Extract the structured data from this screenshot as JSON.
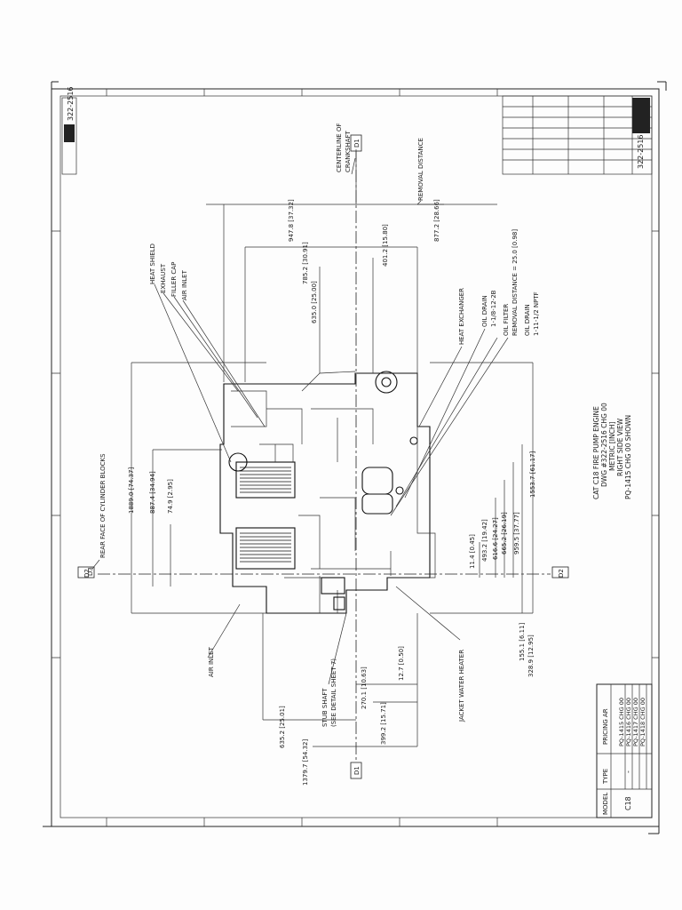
{
  "title_block": {
    "drawing_number": "322-2516",
    "title_lines": [
      "CAT C18 FIRE PUMP ENGINE",
      "DWG #322-2516 CHG 00",
      "METRIC [INCH]",
      "RIGHT SIDE VIEW",
      "PQ-1415 CHG 00 SHOWN"
    ]
  },
  "model_table": {
    "headers": [
      "MODEL",
      "TYPE",
      "PRICING AR"
    ],
    "model": "C18",
    "type": "-",
    "pricing": [
      "PQ-1415 CHG 00",
      "PQ-1416 CHG 00",
      "PQ-1417 CHG 00",
      "PQ-1418 CHG 00"
    ]
  },
  "callouts": {
    "heat_shield": "HEAT SHIELD",
    "exhaust": "EXHAUST",
    "filler_cap": "FILLER CAP",
    "air_inlet_top": "AIR INLET",
    "centerline": [
      "CENTERLINE OF",
      "CRANKSHAFT"
    ],
    "removal_distance": "REMOVAL DISTANCE",
    "heat_exchanger": "HEAT EXCHANGER",
    "oil_drain_1": [
      "OIL DRAIN",
      "1-1/8-12-2B"
    ],
    "oil_filter": [
      "OIL FILTER",
      "REMOVAL DISTANCE = 25.0 [0.98]"
    ],
    "oil_drain_2": [
      "OIL DRAIN",
      "1-11-1/2 NPTF"
    ],
    "rear_face": "REAR FACE OF CYLINDER BLOCKS",
    "air_inlet_bottom": "AIR INLET",
    "stub_shaft": [
      "STUB SHAFT",
      "(SEE DETAIL SHEET 7)"
    ],
    "jacket_water_heater": "JACKET WATER HEATER"
  },
  "datums": {
    "d1": "D1",
    "d2": "D2",
    "d3": "D3"
  },
  "dimensions": {
    "d947": "947.8 [37.32]",
    "d877": "877.2 [28.66]",
    "d785": "785.2 [30.91]",
    "d635t": "635.0 [25.00]",
    "d401": "401.2 [15.80]",
    "d1889": "1889.0 [74.37]",
    "d887": "887.4 [34.94]",
    "d74": "74.9 [2.95]",
    "d11": "11.4 [0.45]",
    "d493": "493.2 [19.42]",
    "d616": "616.6 [24.27]",
    "d665": "665.2 [26.19]",
    "d959": "959.5 [37.77]",
    "d1553": "1553.7 [61.17]",
    "d155": "155.1 [6.11]",
    "d328": "328.9 [12.95]",
    "d635b": "635.2 [25.01]",
    "d1379": "1379.7 [54.32]",
    "d270": "270.1 [10.63]",
    "d399": "399.2 [15.71]",
    "d12": "12.7 [0.50]"
  }
}
